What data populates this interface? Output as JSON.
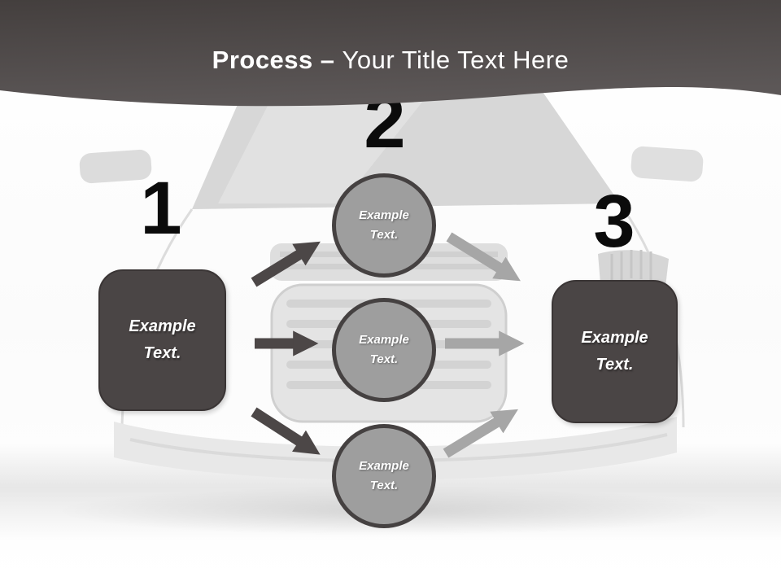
{
  "header": {
    "title_bold": "Process",
    "title_separator": "–",
    "title_rest": "Your Title Text Here"
  },
  "steps": {
    "one": {
      "number": "1"
    },
    "two": {
      "number": "2"
    },
    "three": {
      "number": "3"
    }
  },
  "boxes": {
    "left": {
      "label": "Example Text."
    },
    "right": {
      "label": "Example Text."
    }
  },
  "circles": {
    "top": {
      "label": "Example Text."
    },
    "middle": {
      "label": "Example Text."
    },
    "bottom": {
      "label": "Example Text."
    }
  },
  "colors": {
    "header_top": "#443f3e",
    "header_bottom": "#5c5757",
    "dark_shape": "#4a4545",
    "shape_border": "#3a3535",
    "circle_fill": "#9e9e9e",
    "circle_border": "#454141",
    "arrow_dark": "#4c4747",
    "arrow_light": "#a6a6a6",
    "number_color": "#0b0b0b",
    "title_color": "#ffffff",
    "label_color": "#ffffff"
  }
}
